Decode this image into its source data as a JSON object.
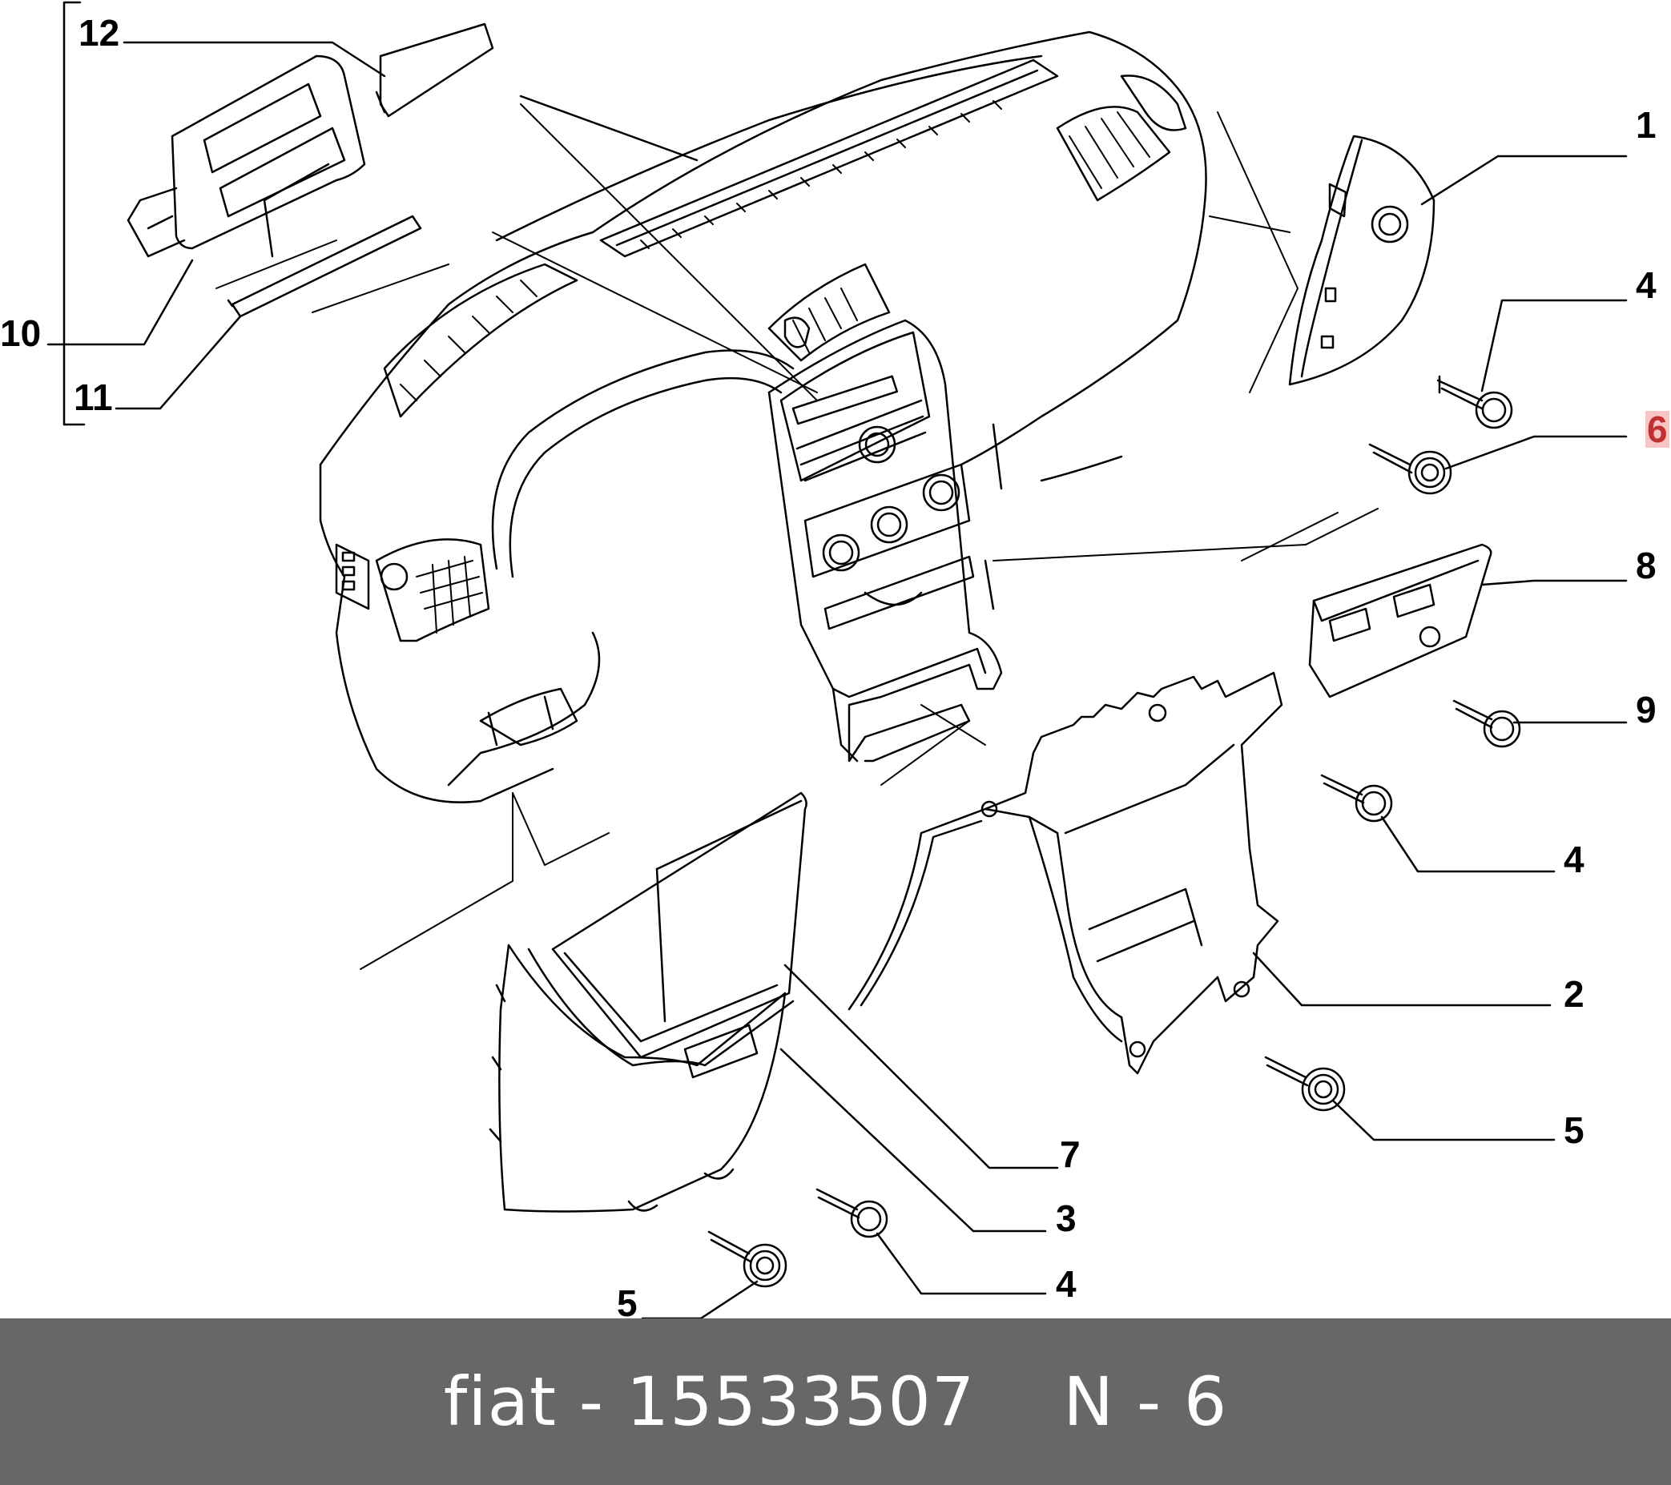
{
  "diagram": {
    "callouts": {
      "c1": "1",
      "c4a": "4",
      "c6": "6",
      "c8": "8",
      "c9": "9",
      "c4b": "4",
      "c2": "2",
      "c5a": "5",
      "c7": "7",
      "c3": "3",
      "c4c": "4",
      "c5b": "5",
      "c12": "12",
      "c10": "10",
      "c11": "11"
    },
    "highlight_color": "#f8c4c4"
  },
  "footer": {
    "brand": "fiat",
    "separator": " - ",
    "part_number": "15533507",
    "ref_label": "N - 6",
    "background": "#676767"
  }
}
